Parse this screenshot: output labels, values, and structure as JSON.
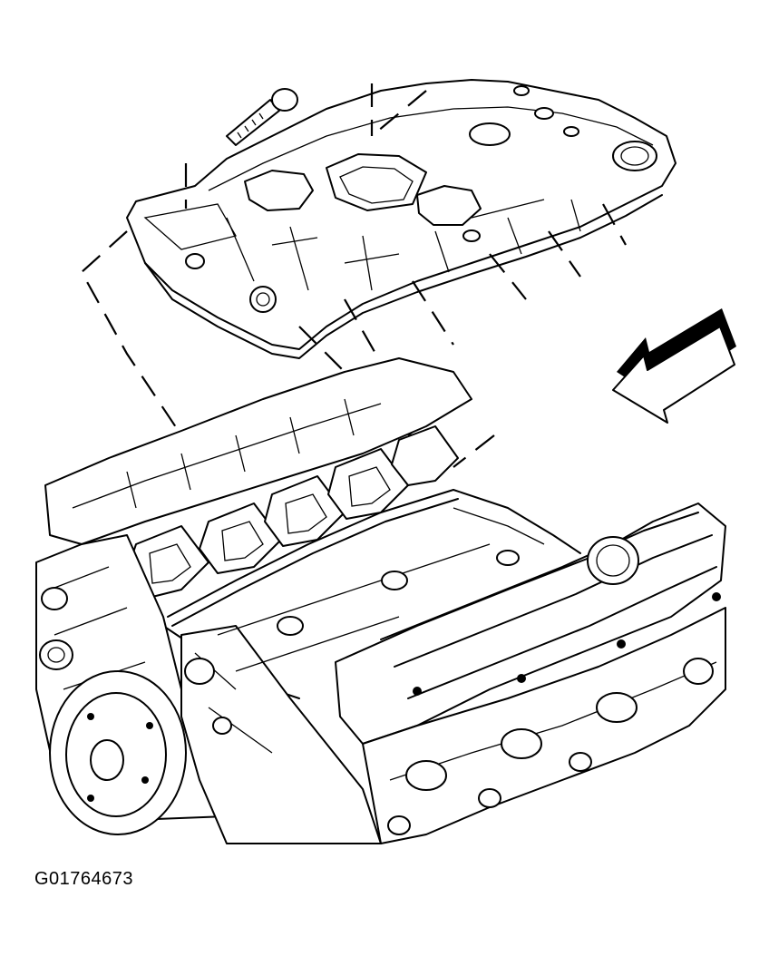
{
  "figure": {
    "id_label": "G01764673"
  },
  "colors": {
    "line": "#000000",
    "background": "#ffffff"
  },
  "parts": [
    "upper-intake-manifold",
    "mounting-bolt",
    "lower-intake-manifold-gasket",
    "engine-block",
    "valve-cover",
    "crankshaft-pulley",
    "front-view-arrow"
  ]
}
